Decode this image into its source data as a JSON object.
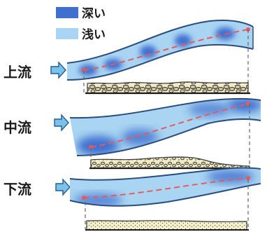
{
  "legend": [
    {
      "label": "深い",
      "color": "#3f6fcf"
    },
    {
      "label": "浅い",
      "color": "#a9d4f2"
    }
  ],
  "sections": [
    {
      "label": "上流"
    },
    {
      "label": "中流"
    },
    {
      "label": "下流"
    }
  ],
  "colors": {
    "river_edge": "#2a4d7e",
    "shallow": "#a9d4f2",
    "deep": "#3f6fcf",
    "flow_line": "#e85a5a",
    "arrow_fill": "#7cc1ea",
    "arrow_edge": "#1f5d93",
    "sediment_fill": "#f2ecc6",
    "sediment_edge": "#3a3a3a"
  }
}
